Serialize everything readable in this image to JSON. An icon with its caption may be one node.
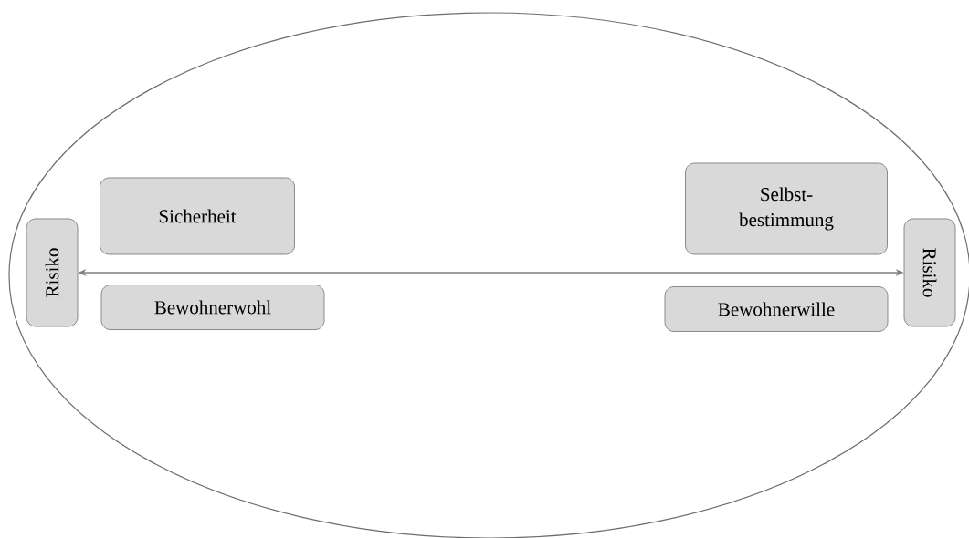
{
  "diagram": {
    "nodes": [
      {
        "text": [],
        "shape": "ellipse"
      },
      {
        "text": [
          "Risiko"
        ],
        "in": 0
      },
      {
        "text": [
          "Sicherheit"
        ],
        "in": 0
      },
      {
        "text": [
          "Bewohnerwohl"
        ],
        "in": 0
      },
      {
        "text": [
          "Selbst- bestimmung"
        ],
        "in": 0
      },
      {
        "text": [
          "Bewohnerwille"
        ],
        "in": 0
      },
      {
        "text": [
          "Risiko"
        ],
        "in": 0
      }
    ],
    "edges": [
      {
        "from": 1,
        "to": 6,
        "arrow": "both"
      }
    ]
  }
}
